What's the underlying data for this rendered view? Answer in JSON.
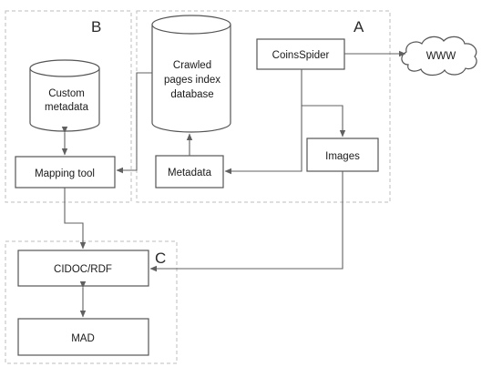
{
  "regions": {
    "a": "A",
    "b": "B",
    "c": "C"
  },
  "nodes": {
    "custom_metadata": [
      "Custom",
      "metadata"
    ],
    "crawled_db": [
      "Crawled",
      "pages index",
      "database"
    ],
    "coins_spider": "CoinsSpider",
    "www": "WWW",
    "mapping_tool": "Mapping tool",
    "metadata": "Metadata",
    "images": "Images",
    "cidoc_rdf": "CIDOC/RDF",
    "mad": "MAD"
  },
  "colors": {
    "stroke": "#555555",
    "dashed": "#bdbdbd",
    "arrow": "#606060"
  }
}
